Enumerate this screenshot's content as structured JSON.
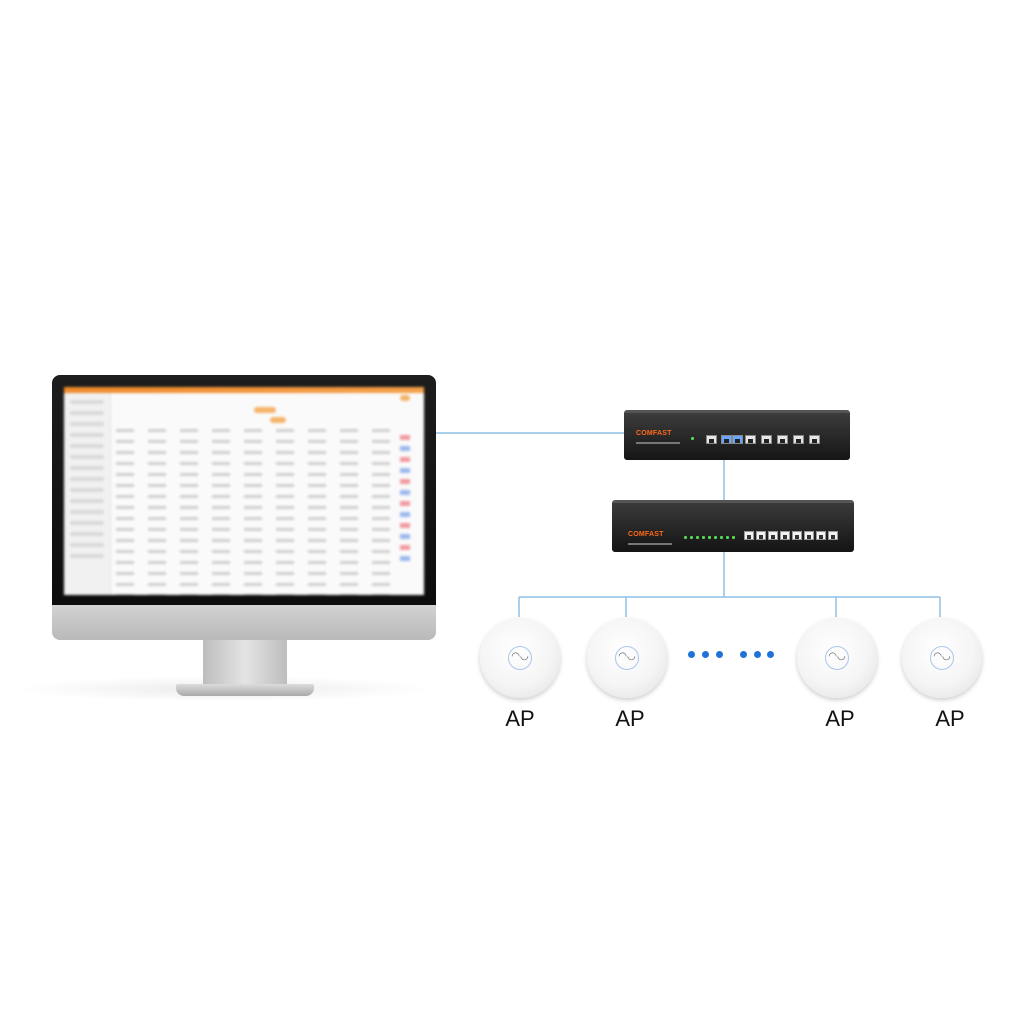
{
  "controller": {
    "brand": "COMFAST"
  },
  "switch": {
    "brand": "COMFAST"
  },
  "access_points": [
    {
      "label": "AP"
    },
    {
      "label": "AP"
    },
    {
      "label": "AP"
    },
    {
      "label": "AP"
    }
  ],
  "colors": {
    "link_line": "#8ec1e6",
    "ellipsis_dots": "#1f72d6",
    "brand_text": "#ff6a1a",
    "screen_header": "#f08a2c"
  },
  "icons": [
    "monitor-icon",
    "gateway-controller-icon",
    "poe-switch-icon",
    "access-point-icon",
    "ellipsis-icon"
  ]
}
